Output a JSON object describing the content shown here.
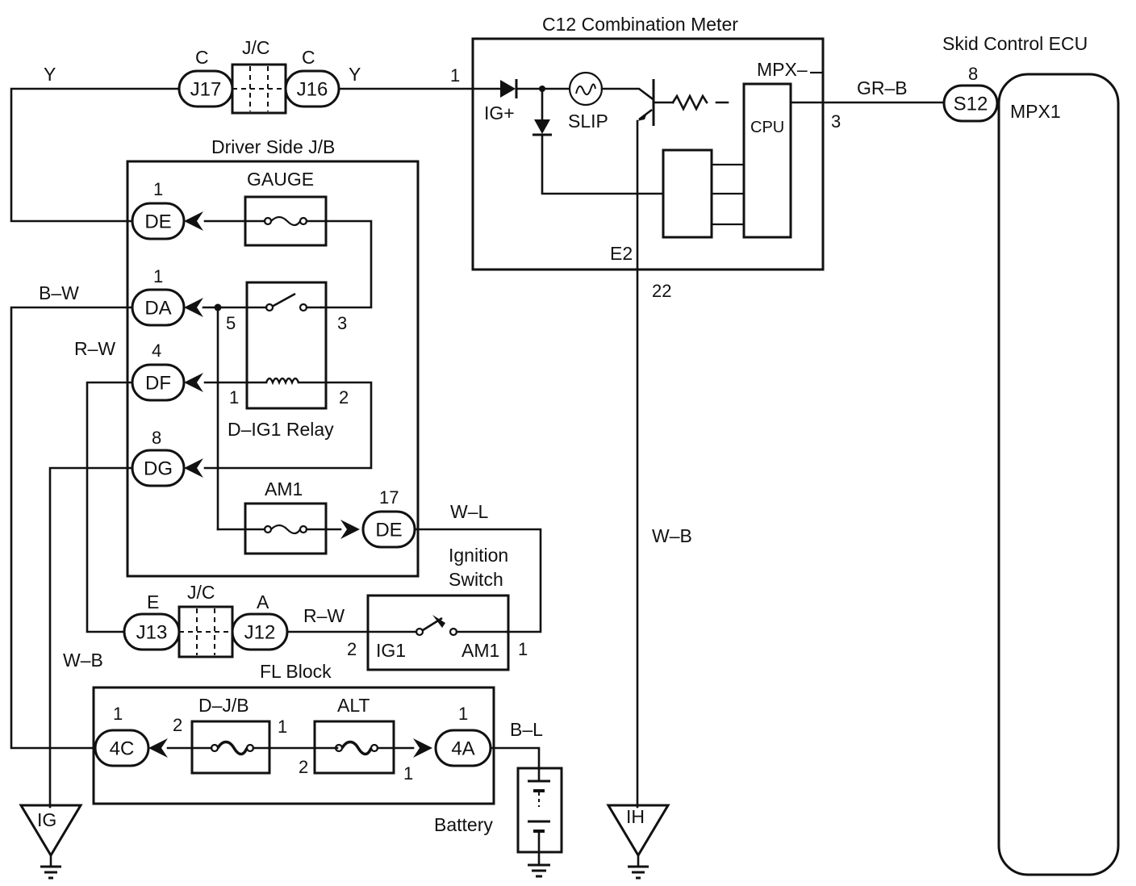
{
  "colors": {
    "ink": "#111111",
    "paper": "#ffffff"
  },
  "titles": {
    "combination_meter": "C12 Combination Meter",
    "skid_ecu": "Skid Control ECU",
    "driver_jb": "Driver Side J/B",
    "relay": "D–IG1 Relay",
    "ignition_switch_1": "Ignition",
    "ignition_switch_2": "Switch",
    "fl_block": "FL Block",
    "battery": "Battery"
  },
  "connectors": {
    "j17": "J17",
    "j16": "J16",
    "j13": "J13",
    "j12": "J12",
    "jc_top": "J/C",
    "jc_bottom": "J/C",
    "j17_type": "C",
    "j16_type": "C",
    "j13_type": "E",
    "j12_type": "A",
    "de_top": "DE",
    "da": "DA",
    "df": "DF",
    "dg": "DG",
    "de_bottom": "DE",
    "s12": "S12",
    "c4": "4C",
    "a4": "4A"
  },
  "fuses": {
    "gauge": "GAUGE",
    "am1": "AM1",
    "djb": "D–J/B",
    "alt": "ALT"
  },
  "terminals": {
    "ig_plus": "IG+",
    "slip": "SLIP",
    "cpu": "CPU",
    "mpx": "MPX–",
    "e2": "E2",
    "mpx1": "MPX1",
    "ig1": "IG1",
    "am1_term": "AM1"
  },
  "grounds": {
    "ig": "IG",
    "ih": "IH"
  },
  "wires": {
    "y_left": "Y",
    "y_right": "Y",
    "gr_b": "GR–B",
    "b_w": "B–W",
    "r_w_left": "R–W",
    "r_w_bottom": "R–W",
    "w_l": "W–L",
    "w_b_center": "W–B",
    "w_b_left": "W–B",
    "b_l": "B–L"
  },
  "pins": {
    "meter_1": "1",
    "meter_3": "3",
    "meter_22": "22",
    "ecu_8": "8",
    "de_top_1": "1",
    "da_1": "1",
    "df_4": "4",
    "dg_8": "8",
    "de_bottom_17": "17",
    "relay_5": "5",
    "relay_3": "3",
    "relay_1": "1",
    "relay_2": "2",
    "sw_2": "2",
    "sw_1": "1",
    "c4_1": "1",
    "djb_2": "2",
    "djb_1": "1",
    "alt_2": "2",
    "alt_1": "1",
    "a4_1": "1"
  }
}
